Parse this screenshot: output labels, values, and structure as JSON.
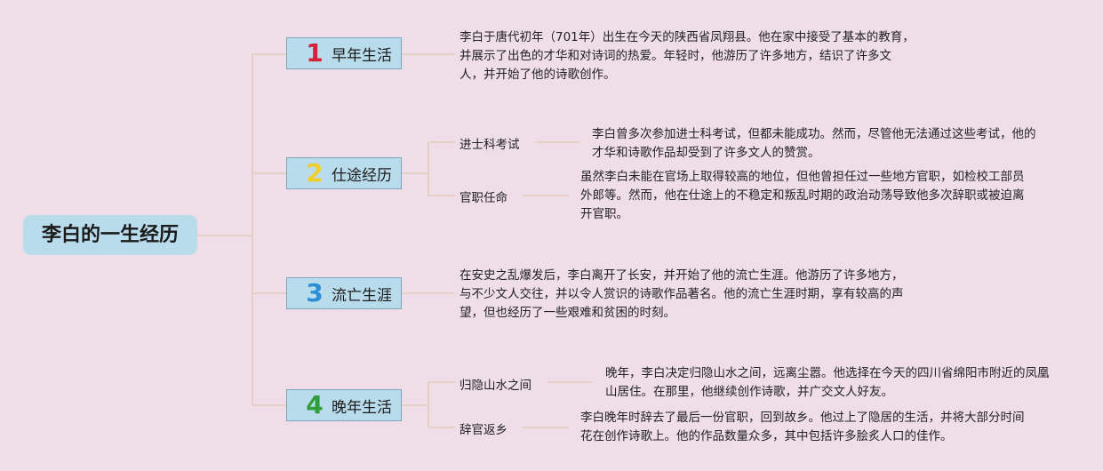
{
  "root": {
    "title": "李白的一生经历"
  },
  "topics": [
    {
      "number": "1",
      "label": "早年生活",
      "color": "#d6203a",
      "text": "李白于唐代初年（701年）出生在今天的陕西省凤翔县。他在家中接受了基本的教育，并展示了出色的才华和对诗词的热爱。年轻时，他游历了许多地方，结识了许多文人，并开始了他的诗歌创作。"
    },
    {
      "number": "2",
      "label": "仕途经历",
      "color": "#f2cd2c",
      "subs": [
        {
          "label": "进士科考试",
          "text": "李白曾多次参加进士科考试，但都未能成功。然而，尽管他无法通过这些考试，他的才华和诗歌作品却受到了许多文人的赞赏。"
        },
        {
          "label": "官职任命",
          "text": "虽然李白未能在官场上取得较高的地位，但他曾担任过一些地方官职，如检校工部员外郎等。然而，他在仕途上的不稳定和叛乱时期的政治动荡导致他多次辞职或被迫离开官职。"
        }
      ]
    },
    {
      "number": "3",
      "label": "流亡生涯",
      "color": "#2a8fd8",
      "text": "在安史之乱爆发后，李白离开了长安，并开始了他的流亡生涯。他游历了许多地方，与不少文人交往，并以令人赏识的诗歌作品著名。他的流亡生涯时期，享有较高的声望，但也经历了一些艰难和贫困的时刻。"
    },
    {
      "number": "4",
      "label": "晚年生活",
      "color": "#2e9e3a",
      "subs": [
        {
          "label": "归隐山水之间",
          "text": "晚年，李白决定归隐山水之间，远离尘嚣。他选择在今天的四川省绵阳市附近的凤凰山居住。在那里，他继续创作诗歌，并广交文人好友。"
        },
        {
          "label": "辞官返乡",
          "text": "李白晚年时辞去了最后一份官职，回到故乡。他过上了隐居的生活，并将大部分时间花在创作诗歌上。他的作品数量众多，其中包括许多脍炙人口的佳作。"
        }
      ]
    }
  ]
}
